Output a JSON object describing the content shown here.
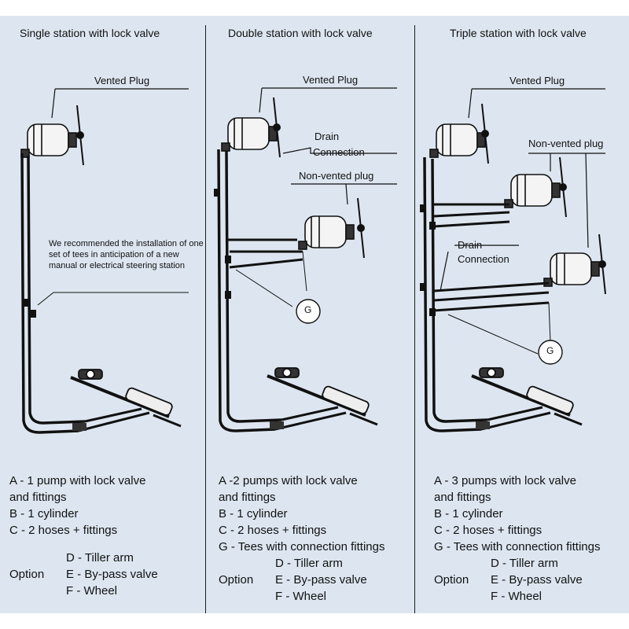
{
  "columns": [
    {
      "title": "Single station with lock valve",
      "vented_plug": "Vented Plug",
      "note": "We recommended the installation of one set of tees in anticipation of a new manual or electrical steering station",
      "legend": {
        "items": [
          "A - 1 pump with lock valve",
          "and fittings",
          "B - 1 cylinder",
          "C - 2 hoses + fittings"
        ],
        "option_label": "Option",
        "options": [
          "D - Tiller arm",
          "E - By-pass valve",
          "F - Wheel"
        ]
      }
    },
    {
      "title": "Double station with lock valve",
      "vented_plug": "Vented Plug",
      "drain": "Drain",
      "drain_conn": "Connection",
      "non_vented": "Non-vented plug",
      "g": "G",
      "legend": {
        "items": [
          "A -2 pumps with lock valve",
          "and fittings",
          "B - 1 cylinder",
          "C - 2 hoses + fittings",
          "G - Tees with connection fittings"
        ],
        "option_label": "Option",
        "options": [
          "D - Tiller arm",
          "E - By-pass valve",
          "F - Wheel"
        ]
      }
    },
    {
      "title": "Triple station with lock valve",
      "vented_plug": "Vented Plug",
      "non_vented": "Non-vented plug",
      "drain": "Drain",
      "drain_conn": "Connection",
      "g": "G",
      "legend": {
        "items": [
          "A - 3 pumps with lock valve",
          "and fittings",
          "B - 1 cylinder",
          "C - 2 hoses + fittings",
          "G - Tees with connection fittings"
        ],
        "option_label": "Option",
        "options": [
          "D - Tiller arm",
          "E - By-pass valve",
          "F - Wheel"
        ]
      }
    }
  ]
}
